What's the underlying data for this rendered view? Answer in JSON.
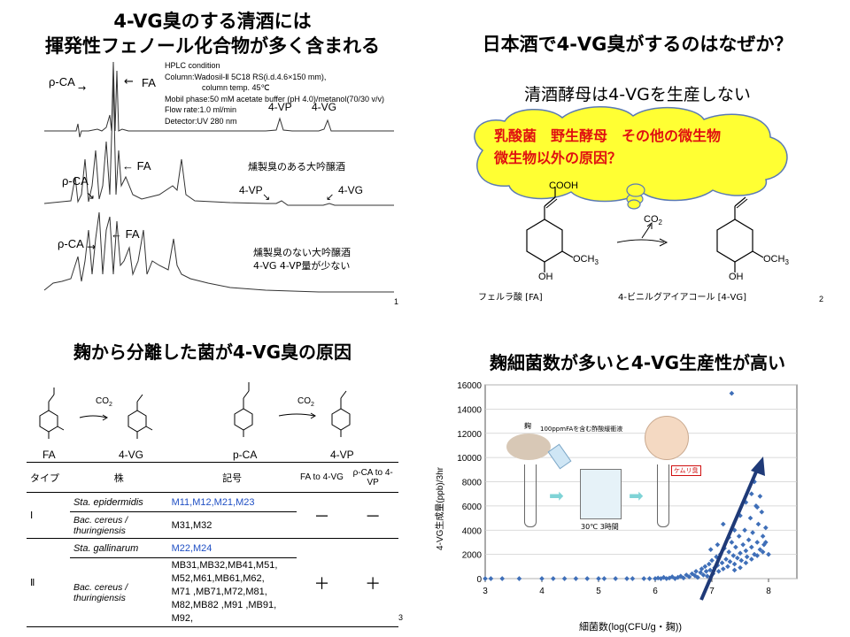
{
  "panel1": {
    "title_line1": "4-VG臭のする清酒には",
    "title_line2": "揮発性フェノール化合物が多く含まれる",
    "hplc": [
      "HPLC condition",
      "Column:Wadosil-Ⅱ 5C18 RS(i.d.4.6×150 mm),",
      "column temp. 45℃",
      "Mobil phase:50 mM acetate buffer (pH 4.0)/metanol(70/30  v/v)",
      "Flow rate:1.0 ml/min",
      "Detector:UV 280 nm"
    ],
    "label_pca": "ρ-CA",
    "label_fa": "FA",
    "label_4vp": "4-VP",
    "label_4vg": "4-VG",
    "sample2": "燻製臭のある大吟醸酒",
    "sample3_line1": "燻製臭のない大吟醸酒",
    "sample3_line2": "4-VG  4-VP量が少ない",
    "page": "1"
  },
  "panel2": {
    "title": "日本酒で4-VG臭がするのはなぜか？",
    "subtitle": "清酒酵母は4-VGを生産しない",
    "cloud_line1": "乳酸菌　野生酵母　その他の微生物",
    "cloud_line2": "微生物以外の原因？",
    "cooh": "COOH",
    "co2": "CO",
    "co2_sub": "2",
    "och3": "OCH",
    "och3_sub": "3",
    "oh": "OH",
    "fa_name": "フェルラ酸 [FA]",
    "vg_name": "4-ビニルグアイアコール [4-VG]",
    "page": "2"
  },
  "panel3": {
    "title": "麹から分離した菌が4-VG臭の原因",
    "co2": "CO",
    "co2_sub": "2",
    "cap_fa": "FA",
    "cap_4vg": "4-VG",
    "cap_pca": "p-CA",
    "cap_4vp": "4-VP",
    "headers": [
      "タイプ",
      "株",
      "記号",
      "FA to 4-VG",
      "ρ-CA to 4-VP"
    ],
    "type1": "Ⅰ",
    "type2": "Ⅱ",
    "r1_strain": "Sta. epidermidis",
    "r1_codes": "M11,M12,M21,M23",
    "r2_strain": "Bac. cereus / thuringiensis",
    "r2_codes": "M31,M32",
    "r3_strain": "Sta. gallinarum",
    "r3_codes": "M22,M24",
    "r4_strain": "Bac. cereus / thuringiensis",
    "r4_codes_lines": [
      "MB31,MB32,MB41,M51,",
      "M52,M61,MB61,M62,",
      "M71 ,MB71,M72,M81,",
      "M82,MB82 ,M91 ,MB91,",
      "M92,"
    ],
    "minus": "－",
    "plus": "＋",
    "page": "3"
  },
  "panel4": {
    "title": "麹細菌数が多いと4-VG生産性が高い",
    "inset_koji": "麹",
    "inset_buffer": "100ppmFAを含む酢酸緩衝液",
    "inset_cond": "30℃  3時間",
    "inset_tag": "ケムリ臭"
  },
  "chart_data": {
    "type": "scatter",
    "xlabel": "細菌数(log(CFU/g・麹))",
    "ylabel": "4-VG生成量(ppb)/3hr",
    "xlim": [
      3,
      8.5
    ],
    "ylim": [
      0,
      16000
    ],
    "xticks": [
      "3",
      "4",
      "5",
      "6",
      "7",
      "8"
    ],
    "yticks": [
      "0",
      "2000",
      "4000",
      "6000",
      "8000",
      "10000",
      "12000",
      "14000",
      "16000"
    ],
    "color": "#3f6fb8",
    "points": [
      [
        3.0,
        0
      ],
      [
        3.1,
        0
      ],
      [
        3.3,
        0
      ],
      [
        3.6,
        0
      ],
      [
        4.0,
        0
      ],
      [
        4.2,
        0
      ],
      [
        4.4,
        0
      ],
      [
        4.6,
        0
      ],
      [
        4.8,
        0
      ],
      [
        5.0,
        0
      ],
      [
        5.1,
        0
      ],
      [
        5.3,
        0
      ],
      [
        5.5,
        0
      ],
      [
        5.6,
        0
      ],
      [
        5.8,
        0
      ],
      [
        5.9,
        0
      ],
      [
        6.0,
        0
      ],
      [
        6.05,
        50
      ],
      [
        6.1,
        0
      ],
      [
        6.15,
        100
      ],
      [
        6.2,
        0
      ],
      [
        6.25,
        50
      ],
      [
        6.3,
        150
      ],
      [
        6.35,
        0
      ],
      [
        6.4,
        100
      ],
      [
        6.45,
        200
      ],
      [
        6.5,
        50
      ],
      [
        6.55,
        300
      ],
      [
        6.6,
        150
      ],
      [
        6.65,
        400
      ],
      [
        6.7,
        250
      ],
      [
        6.72,
        600
      ],
      [
        6.75,
        100
      ],
      [
        6.8,
        500
      ],
      [
        6.82,
        800
      ],
      [
        6.85,
        300
      ],
      [
        6.88,
        1000
      ],
      [
        6.9,
        600
      ],
      [
        6.92,
        200
      ],
      [
        6.95,
        1200
      ],
      [
        6.97,
        700
      ],
      [
        7.0,
        1500
      ],
      [
        7.02,
        400
      ],
      [
        7.05,
        900
      ],
      [
        7.08,
        1800
      ],
      [
        7.1,
        1100
      ],
      [
        7.12,
        600
      ],
      [
        7.15,
        2000
      ],
      [
        7.18,
        1300
      ],
      [
        7.2,
        800
      ],
      [
        7.22,
        2500
      ],
      [
        7.25,
        1600
      ],
      [
        7.28,
        1000
      ],
      [
        7.3,
        2200
      ],
      [
        7.32,
        1400
      ],
      [
        7.35,
        3000
      ],
      [
        7.38,
        1900
      ],
      [
        7.4,
        1200
      ],
      [
        7.42,
        2600
      ],
      [
        7.45,
        1700
      ],
      [
        7.48,
        3500
      ],
      [
        7.5,
        2100
      ],
      [
        7.52,
        1500
      ],
      [
        7.55,
        2800
      ],
      [
        7.58,
        4000
      ],
      [
        7.6,
        2300
      ],
      [
        7.62,
        1800
      ],
      [
        7.65,
        3200
      ],
      [
        7.68,
        5000
      ],
      [
        7.7,
        2600
      ],
      [
        7.72,
        3800
      ],
      [
        7.75,
        2000
      ],
      [
        7.78,
        6000
      ],
      [
        7.8,
        3000
      ],
      [
        7.82,
        4500
      ],
      [
        7.85,
        2400
      ],
      [
        7.88,
        5500
      ],
      [
        7.9,
        3500
      ],
      [
        7.92,
        2800
      ],
      [
        7.95,
        4200
      ],
      [
        7.6,
        6300
      ],
      [
        7.7,
        7000
      ],
      [
        7.75,
        8000
      ],
      [
        7.8,
        5900
      ],
      [
        7.85,
        6800
      ],
      [
        7.95,
        3000
      ],
      [
        8.0,
        2000
      ],
      [
        7.4,
        4000
      ],
      [
        7.5,
        5200
      ],
      [
        7.3,
        3400
      ],
      [
        7.35,
        15300
      ],
      [
        7.2,
        4500
      ],
      [
        7.1,
        2800
      ],
      [
        6.98,
        2400
      ],
      [
        7.6,
        1300
      ],
      [
        7.7,
        1600
      ],
      [
        7.8,
        1900
      ],
      [
        7.9,
        2200
      ],
      [
        7.5,
        900
      ],
      [
        7.4,
        700
      ]
    ]
  }
}
